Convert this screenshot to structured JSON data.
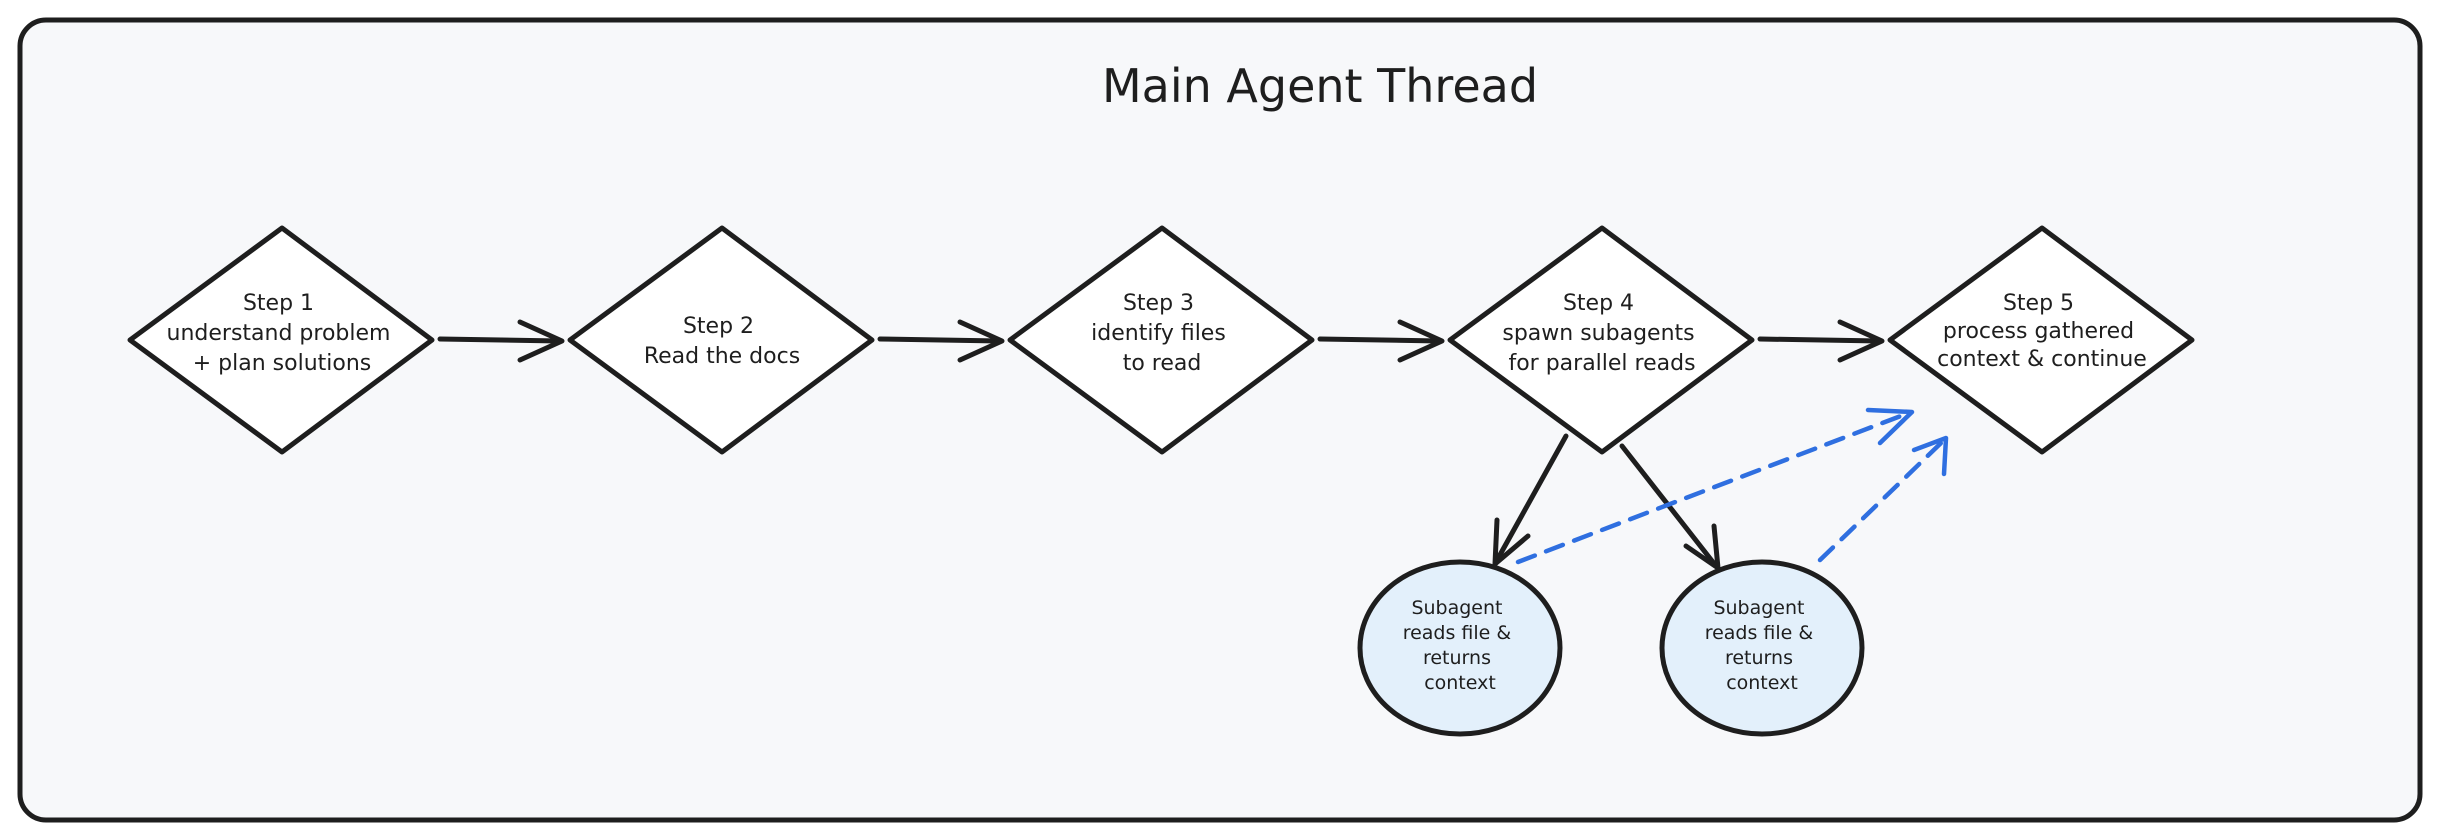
{
  "title": "Main Agent Thread",
  "steps": [
    {
      "id": "step1",
      "lines": [
        "Step 1",
        "understand problem",
        "+ plan solutions"
      ]
    },
    {
      "id": "step2",
      "lines": [
        "Step 2",
        "Read the docs"
      ]
    },
    {
      "id": "step3",
      "lines": [
        "Step 3",
        "identify files",
        "to read"
      ]
    },
    {
      "id": "step4",
      "lines": [
        "Step 4",
        "spawn subagents",
        "for parallel reads"
      ]
    },
    {
      "id": "step5",
      "lines": [
        "Step 5",
        "process gathered",
        "context & continue"
      ]
    }
  ],
  "subagents": [
    {
      "id": "subagent1",
      "lines": [
        "Subagent",
        "reads file &",
        "returns",
        "context"
      ]
    },
    {
      "id": "subagent2",
      "lines": [
        "Subagent",
        "reads file &",
        "returns",
        "context"
      ]
    }
  ],
  "colors": {
    "stroke": "#1e1e1e",
    "frame_fill": "#f7f8fa",
    "diamond_fill": "#ffffff",
    "subagent_fill": "#e3f0fb",
    "return_arrow": "#2f6fe0"
  }
}
